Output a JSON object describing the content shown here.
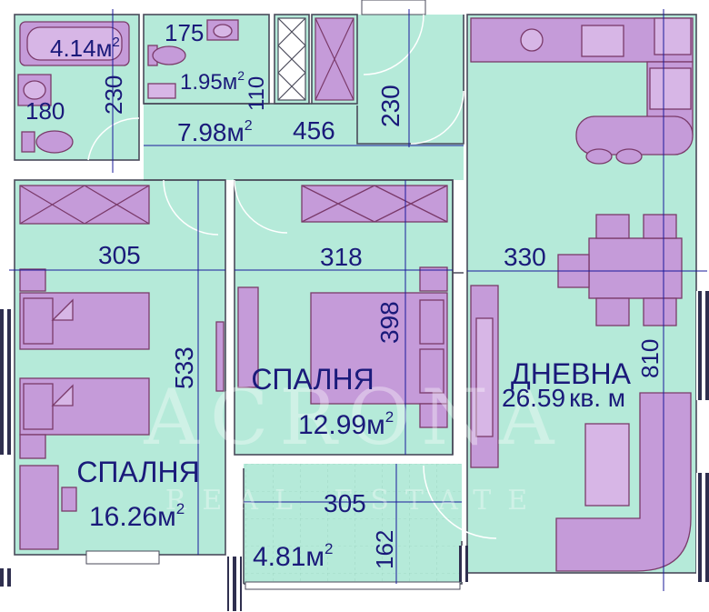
{
  "rooms": {
    "bathroom": {
      "area": "4.14",
      "unit": "м",
      "exp": "2"
    },
    "wc": {
      "area": "1.95",
      "unit": "м",
      "exp": "2"
    },
    "hall": {
      "area": "7.98",
      "unit": "м",
      "exp": "2"
    },
    "bedroom1": {
      "name": "СПАЛНЯ",
      "area": "16.26",
      "unit": "м",
      "exp": "2"
    },
    "bedroom2": {
      "name": "СПАЛНЯ",
      "area": "12.99",
      "unit": "м",
      "exp": "2"
    },
    "terrace": {
      "area": "4.81",
      "unit": "м",
      "exp": "2"
    },
    "living": {
      "name": "ДНЕВНА",
      "area": "26.59",
      "unit": "кв. м"
    }
  },
  "dimensions": {
    "d175": "175",
    "d110": "110",
    "d230a": "230",
    "d180": "180",
    "d456": "456",
    "d230b": "230",
    "d305a": "305",
    "d318": "318",
    "d330": "330",
    "d533": "533",
    "d398": "398",
    "d810": "810",
    "d305b": "305",
    "d162": "162"
  },
  "watermark": {
    "brand": "ACRONA",
    "sub": "REAL ESTATE"
  },
  "colors": {
    "floor": "#b5ead9",
    "wall": "#ffffff",
    "wall_outline": "#4a4a5a",
    "furniture": "#c59bd9",
    "furniture_stroke": "#7a3a6a",
    "dim_line": "#1a1a9a",
    "outer_wall_hatch": "#2a2a4a"
  }
}
